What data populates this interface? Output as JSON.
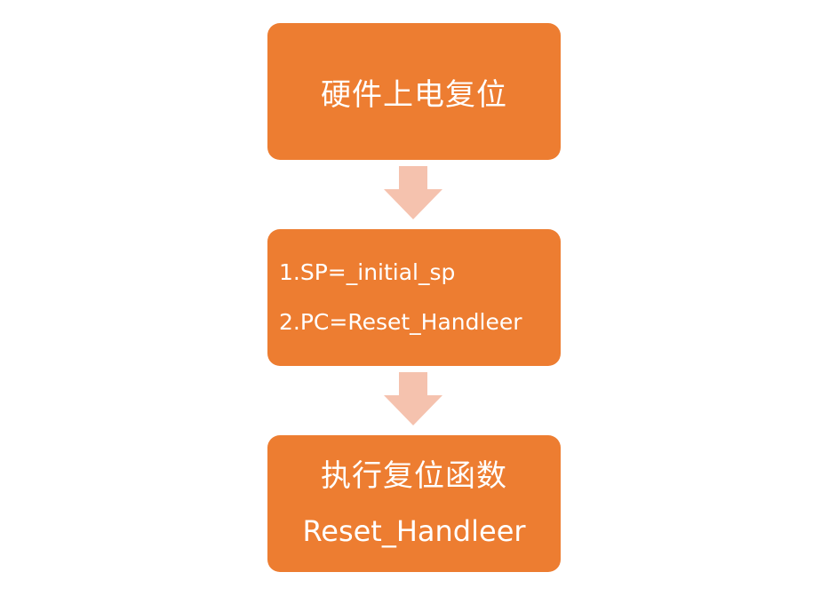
{
  "colors": {
    "box_fill": "#ED7D31",
    "arrow_fill": "#F5C2AE",
    "text": "#FFFFFF"
  },
  "steps": [
    {
      "lines": [
        "硬件上电复位"
      ]
    },
    {
      "lines": [
        "1.SP=_initial_sp",
        "2.PC=Reset_Handleer"
      ]
    },
    {
      "lines": [
        "执行复位函数",
        "Reset_Handleer"
      ]
    }
  ]
}
